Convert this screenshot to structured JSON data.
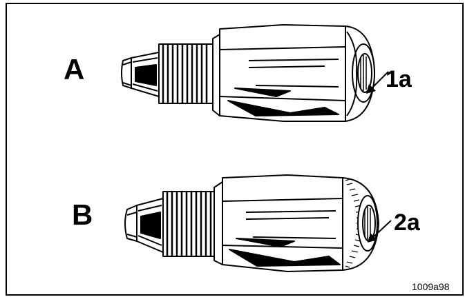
{
  "figure": {
    "label_a": "A",
    "label_b": "B",
    "callout_a": "1a",
    "callout_b": "2a",
    "figure_code": "1009a98"
  },
  "icons": {
    "fitting_a": "tube-connector-fitting-icon",
    "fitting_b": "tube-connector-fitting-knurled-icon"
  },
  "colors": {
    "ink": "#000000",
    "paper": "#ffffff"
  }
}
